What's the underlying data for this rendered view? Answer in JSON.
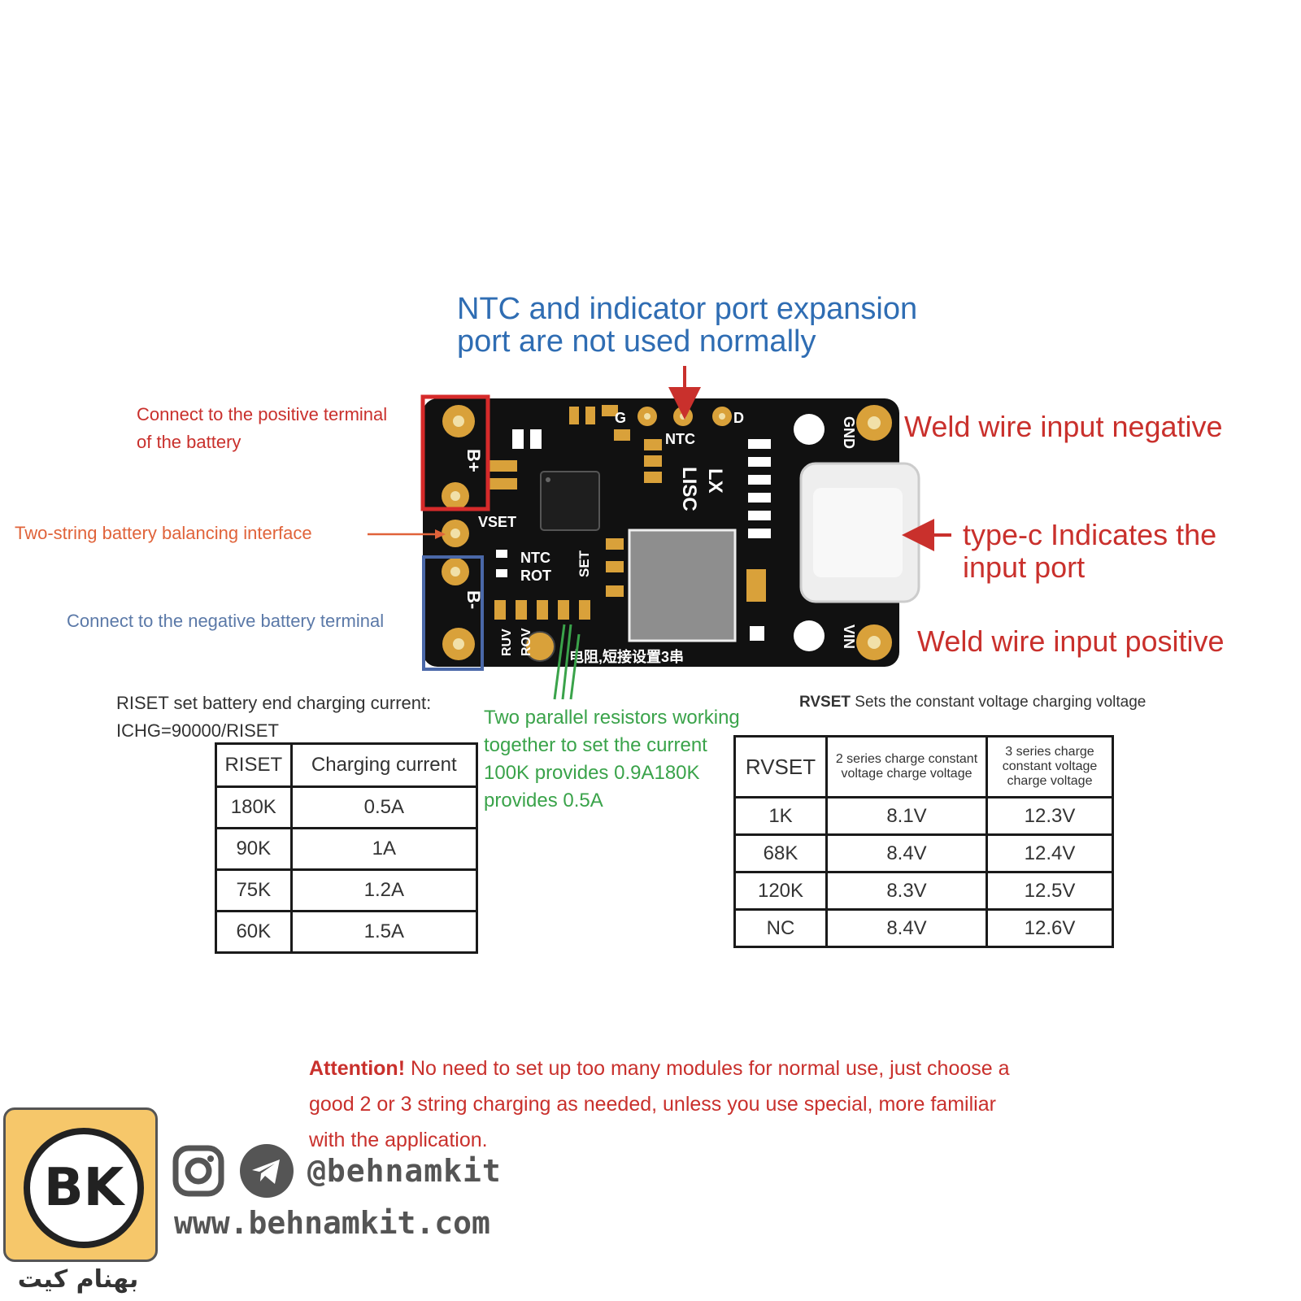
{
  "colors": {
    "ntc_text": "#2f6db3",
    "callout_red": "#c9302c",
    "callout_orange": "#e0633a",
    "callout_green": "#3aa34a",
    "negative_terminal": "#5b79a8",
    "pcb": "#111111",
    "pad_gold": "#d9a13a",
    "logo_yellow": "#f6c76a"
  },
  "top_note": {
    "line1": "NTC and indicator port expansion",
    "line2": "port are not used normally"
  },
  "callouts": {
    "positive_terminal_line1": "Connect to the positive terminal",
    "positive_terminal_line2": "of the battery",
    "balancing": "Two-string battery balancing interface",
    "negative_terminal": "Connect to the negative battery terminal",
    "weld_negative": "Weld wire input negative",
    "typec_line1": "type-c Indicates the",
    "typec_line2": "input port",
    "weld_positive": "Weld wire input positive",
    "parallel_line1": "Two parallel resistors working",
    "parallel_line2": "together to set the current",
    "parallel_line3": "100K provides 0.9A180K",
    "parallel_line4": "provides 0.5A"
  },
  "pcb": {
    "labels": {
      "b_plus": "B+",
      "b_minus": "B-",
      "vset": "VSET",
      "ntc_left": "NTC",
      "rot": "ROT",
      "set": "SET",
      "ruv": "RUV",
      "rov": "ROV",
      "g": "G",
      "d": "D",
      "ntc_top": "NTC",
      "lx": "LX",
      "lisc": "LISC",
      "gnd": "GND",
      "vin": "VIN",
      "chinese": "电阻,短接设置3串"
    }
  },
  "riset": {
    "title_line1": "RISET set battery end charging current:",
    "title_line2": "ICHG=90000/RISET",
    "headers": [
      "RISET",
      "Charging current"
    ],
    "rows": [
      [
        "180K",
        "0.5A"
      ],
      [
        "90K",
        "1A"
      ],
      [
        "75K",
        "1.2A"
      ],
      [
        "60K",
        "1.5A"
      ]
    ]
  },
  "rvset": {
    "title_bold": "RVSET",
    "title_rest": " Sets the constant voltage charging voltage",
    "headers": [
      "RVSET",
      "2 series charge constant voltage charge voltage",
      "3 series charge constant voltage charge voltage"
    ],
    "rows": [
      [
        "1K",
        "8.1V",
        "12.3V"
      ],
      [
        "68K",
        "8.4V",
        "12.4V"
      ],
      [
        "120K",
        "8.3V",
        "12.5V"
      ],
      [
        "NC",
        "8.4V",
        "12.6V"
      ]
    ]
  },
  "attention": {
    "bold": "Attention!",
    "line1": " No need to set up too many modules for normal use, just choose a",
    "line2": "good 2 or 3 string charging as needed, unless you use special, more familiar",
    "line3": "with the application."
  },
  "branding": {
    "handle": "@behnamkit",
    "website": "www.behnamkit.com",
    "persian_name": "بهنام کیت",
    "logo_text": "BK",
    "icons": [
      "instagram-icon",
      "telegram-icon"
    ]
  }
}
